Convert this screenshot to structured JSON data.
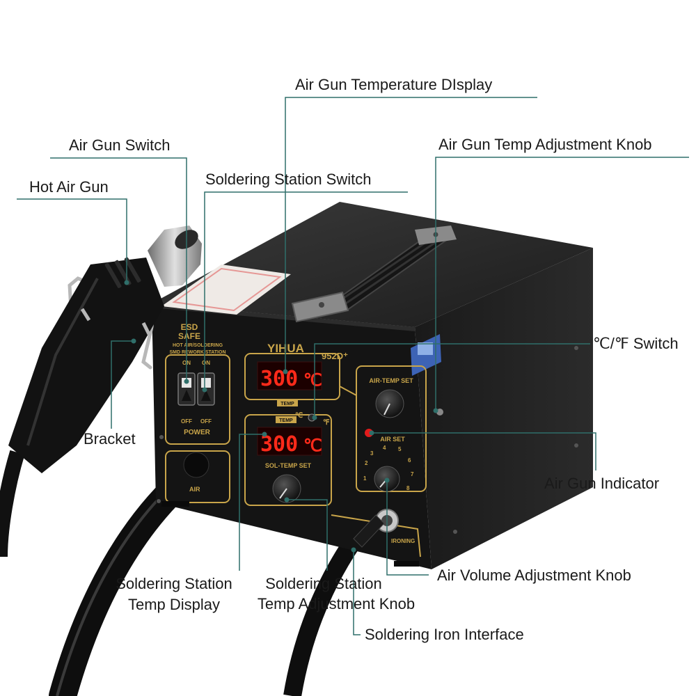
{
  "labels": {
    "air_gun_temp_display": "Air Gun Temperature DIsplay",
    "air_gun_temp_knob": "Air Gun Temp Adjustment Knob",
    "air_gun_switch": "Air Gun Switch",
    "soldering_station_switch": "Soldering Station Switch",
    "hot_air_gun": "Hot Air Gun",
    "c_f_switch": "℃/℉ Switch",
    "bracket": "Bracket",
    "air_gun_indicator": "Air Gun Indicator",
    "air_volume_knob": "Air Volume Adjustment Knob",
    "sol_temp_display_l1": "Soldering Station",
    "sol_temp_display_l2": "Temp Display",
    "sol_temp_knob_l1": "Soldering Station",
    "sol_temp_knob_l2": "Temp Adjustment Knob",
    "soldering_iron_interface": "Soldering Iron Interface"
  },
  "device": {
    "brand": "YIHUA",
    "model": "952D⁺",
    "esd_line1": "ESD",
    "esd_line2": "SAFE",
    "desc_line1": "HOT AIR/SOLDERING",
    "desc_line2": "SMD REWORK STATION",
    "on_left": "ON",
    "on_right": "ON",
    "off_left": "OFF",
    "off_right": "OFF",
    "power": "POWER",
    "air_temp_reading": "300",
    "air_temp_unit": "℃",
    "sol_temp_reading": "300",
    "sol_temp_unit": "℃",
    "temp_tag_top": "TEMP",
    "temp_tag_bottom": "TEMP",
    "air_temp_set": "AIR-TEMP SET",
    "air_set": "AIR SET",
    "sol_temp_set": "SOL-TEMP SET",
    "celsius_mark": "℃",
    "fahrenheit_mark": "℉",
    "air_port": "AIR",
    "iron_port": "IRONING",
    "dial_1": "1",
    "dial_2": "2",
    "dial_3": "3",
    "dial_4": "4",
    "dial_5": "5",
    "dial_6": "6",
    "dial_7": "7",
    "dial_8": "8"
  },
  "colors": {
    "leader_line": "#2f6f6a",
    "panel_gold": "#c9a54a",
    "display_red": "#ff2a1a",
    "body_black": "#121212"
  }
}
